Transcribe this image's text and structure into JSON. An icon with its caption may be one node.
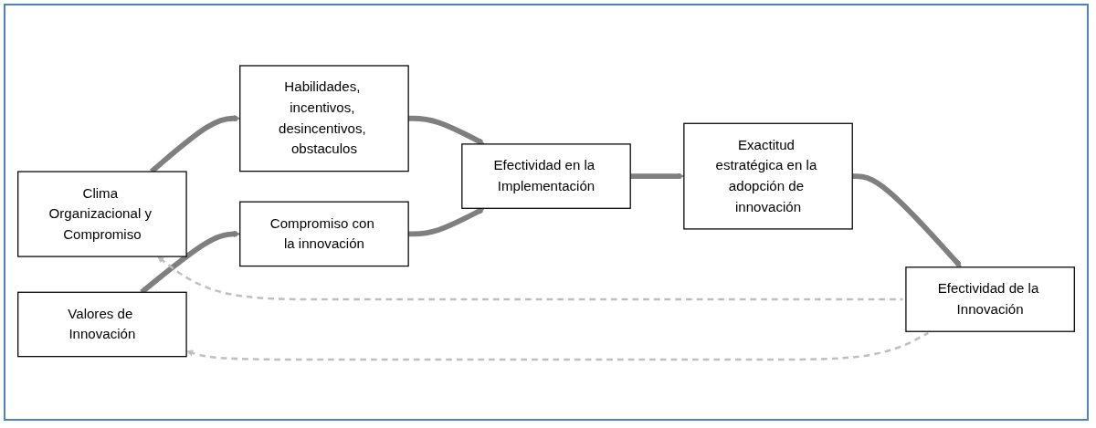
{
  "diagram": {
    "nodes": [
      {
        "text": [
          "Clima Organizacional y Compromiso"
        ]
      },
      {
        "text": [
          "Habilidades, incentivos, desincentivos, obstaculos"
        ]
      },
      {
        "text": [
          "Valores de Innovación"
        ]
      },
      {
        "text": [
          "Compromiso con la innovación"
        ]
      },
      {
        "text": [
          "Efectividad en la Implementación"
        ]
      },
      {
        "text": [
          "Exactitud estratégica en la adopción de innovación"
        ]
      },
      {
        "text": [
          "Efectividad de la Innovación"
        ]
      }
    ],
    "edges": [
      {
        "from": 0,
        "to": 1,
        "arrow": "to"
      },
      {
        "from": 2,
        "to": 3,
        "arrow": "to"
      },
      {
        "from": 1,
        "to": 4,
        "arrow": "to"
      },
      {
        "from": 3,
        "to": 4,
        "arrow": "to"
      },
      {
        "from": 4,
        "to": 5,
        "arrow": "to"
      },
      {
        "from": 5,
        "to": 6,
        "arrow": "to"
      },
      {
        "from": 6,
        "to": 0,
        "arrow": "to",
        "style": "dashed",
        "color": "#bfbfbf"
      },
      {
        "from": 6,
        "to": 2,
        "arrow": "to",
        "style": "dashed",
        "color": "#bfbfbf"
      }
    ]
  }
}
